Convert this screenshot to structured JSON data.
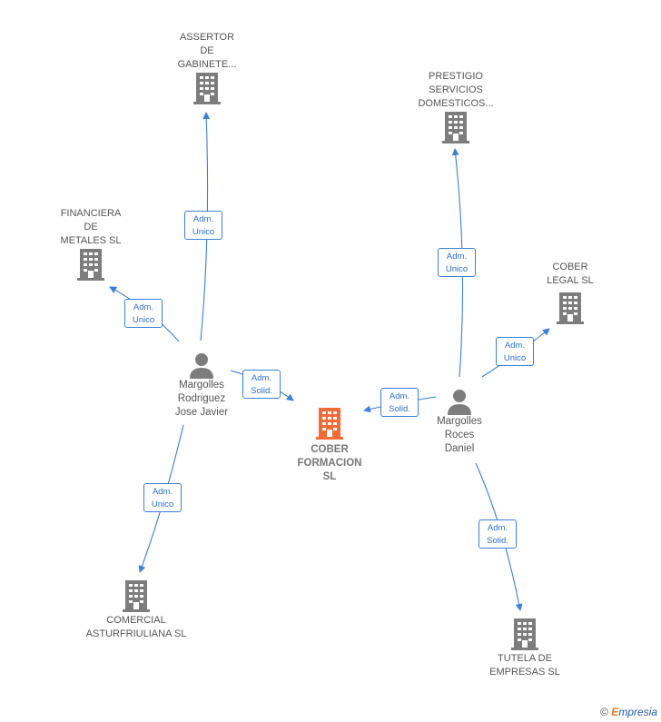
{
  "colors": {
    "edge": "#3b7fd6",
    "company": "#7d7d7d",
    "main_company": "#f26a35",
    "person": "#7d7d7d"
  },
  "nodes": {
    "assertor": "ASSERTOR\nDE\nGABINETE...",
    "financiera": "FINANCIERA\nDE\nMETALES SL",
    "comercial": "COMERCIAL\nASTURFRIULIANA SL",
    "prestigio": "PRESTIGIO\nSERVICIOS\nDOMESTICOS...",
    "cober_legal": "COBER\nLEGAL  SL",
    "tutela": "TUTELA DE\nEMPRESAS SL",
    "cober_formacion": "COBER\nFORMACION\nSL",
    "margolles_rodriguez": "Margolles\nRodriguez\nJose Javier",
    "margolles_roces": "Margolles\nRoces\nDaniel"
  },
  "edges": {
    "e1": [
      "Adm.",
      "Unico"
    ],
    "e2": [
      "Adm.",
      "Unico"
    ],
    "e3": [
      "Adm.",
      "Solid."
    ],
    "e4": [
      "Adm.",
      "Unico"
    ],
    "e5": [
      "Adm.",
      "Unico"
    ],
    "e6": [
      "Adm.",
      "Unico"
    ],
    "e7": [
      "Adm.",
      "Solid."
    ],
    "e8": [
      "Adm.",
      "Solid."
    ]
  },
  "footer": {
    "copyright": "©",
    "brand_first": "E",
    "brand_rest": "mpresia"
  }
}
